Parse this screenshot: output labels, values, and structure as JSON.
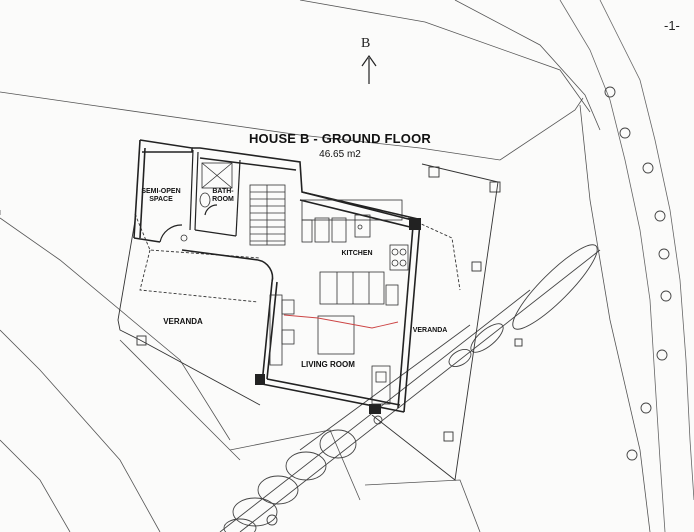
{
  "plan": {
    "title": "HOUSE B - GROUND FLOOR",
    "area": "46.65 m2",
    "page_number": "-1-",
    "north_marker": "B"
  },
  "rooms": {
    "semi_open_line1": "SEMI-OPEN",
    "semi_open_line2": "SPACE",
    "bathroom_line1": "BATH-",
    "bathroom_line2": "ROOM",
    "kitchen": "KITCHEN",
    "living_room": "LIVING ROOM",
    "veranda_left": "VERANDA",
    "veranda_right": "VERANDA"
  }
}
